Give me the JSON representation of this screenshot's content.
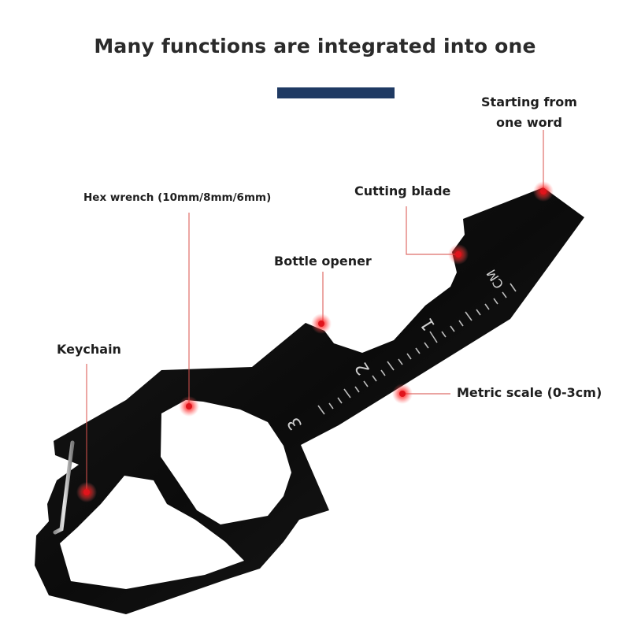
{
  "header": {
    "title": "Many functions are integrated into one"
  },
  "labels": {
    "hex_wrench": "Hex wrench (10mm/8mm/6mm)",
    "cutting_blade": "Cutting blade",
    "starting_from_one_word": "Starting from one word",
    "bottle_opener": "Bottle opener",
    "keychain": "Keychain",
    "metric_scale": "Metric scale (0-3cm)"
  },
  "scale": {
    "unit": "CM",
    "numbers": [
      "1",
      "2",
      "3"
    ]
  },
  "colors": {
    "accent_bar": "#1f3a63",
    "marker": "#e0141c",
    "tool_body": "#111111",
    "leader_line": "#d9534f"
  }
}
